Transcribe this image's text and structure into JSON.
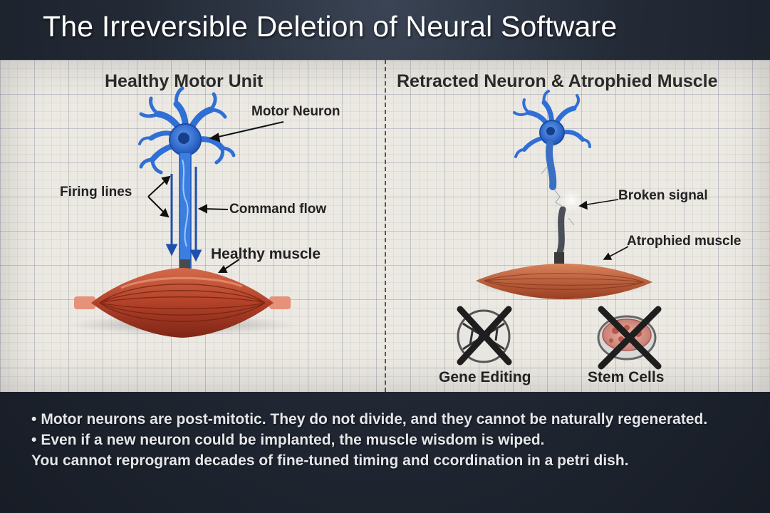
{
  "title": "The Irreversible Deletion of Neural Software",
  "left_panel": {
    "heading": "Healthy Motor Unit",
    "labels": {
      "motor_neuron": "Motor Neuron",
      "firing_lines": "Firing lines",
      "command_flow": "Command flow",
      "healthy_muscle": "Healthy muscle"
    }
  },
  "right_panel": {
    "heading": "Retracted Neuron & Atrophied Muscle",
    "labels": {
      "broken_signal": "Broken signal",
      "atrophied_muscle": "Atrophied muscle",
      "gene_editing": "Gene Editing",
      "stem_cells": "Stem Cells"
    }
  },
  "bullets": [
    "Motor neurons are post-mitotic. They do not divide, and they cannot be naturally regenerated.",
    "Even if a new neuron could be implanted, the muscle wisdom is wiped."
  ],
  "footer_line": "You cannot reprogram decades of fine-tuned timing and ccordination in a petri dish.",
  "colors": {
    "neuron_blue": "#2f6fd6",
    "muscle_red": "#b9492e",
    "bullet_text": "#e4e6ea"
  }
}
